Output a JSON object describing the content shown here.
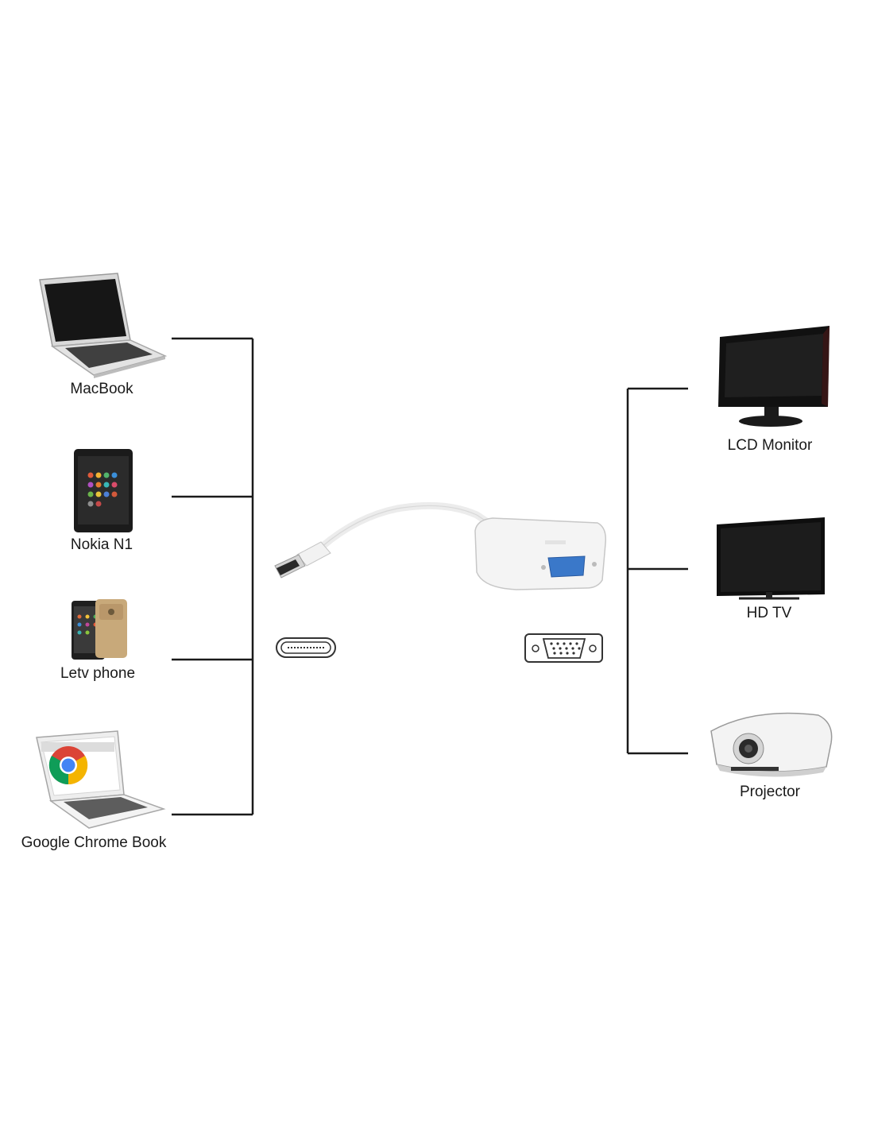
{
  "diagram": {
    "sources": [
      {
        "id": "macbook",
        "label": "MacBook",
        "icon": "laptop-icon"
      },
      {
        "id": "nokia-n1",
        "label": "Nokia N1",
        "icon": "tablet-icon"
      },
      {
        "id": "letv-phone",
        "label": "Letv phone",
        "icon": "smartphone-icon"
      },
      {
        "id": "chromebook",
        "label": "Google Chrome Book",
        "icon": "chromebook-icon"
      }
    ],
    "targets": [
      {
        "id": "lcd-monitor",
        "label": "LCD Monitor",
        "icon": "monitor-icon"
      },
      {
        "id": "hd-tv",
        "label": "HD TV",
        "icon": "tv-icon"
      },
      {
        "id": "projector",
        "label": "Projector",
        "icon": "projector-icon"
      }
    ],
    "adapter": {
      "icon": "usb-c-to-vga-adapter-icon"
    },
    "ports": [
      {
        "id": "usb-c-port",
        "icon": "usb-c-port-icon"
      },
      {
        "id": "vga-port",
        "icon": "vga-port-icon"
      }
    ],
    "colors": {
      "line": "#1a1a1a",
      "adapter": "#f4f4f4",
      "vga_blue": "#3a78c9"
    }
  }
}
